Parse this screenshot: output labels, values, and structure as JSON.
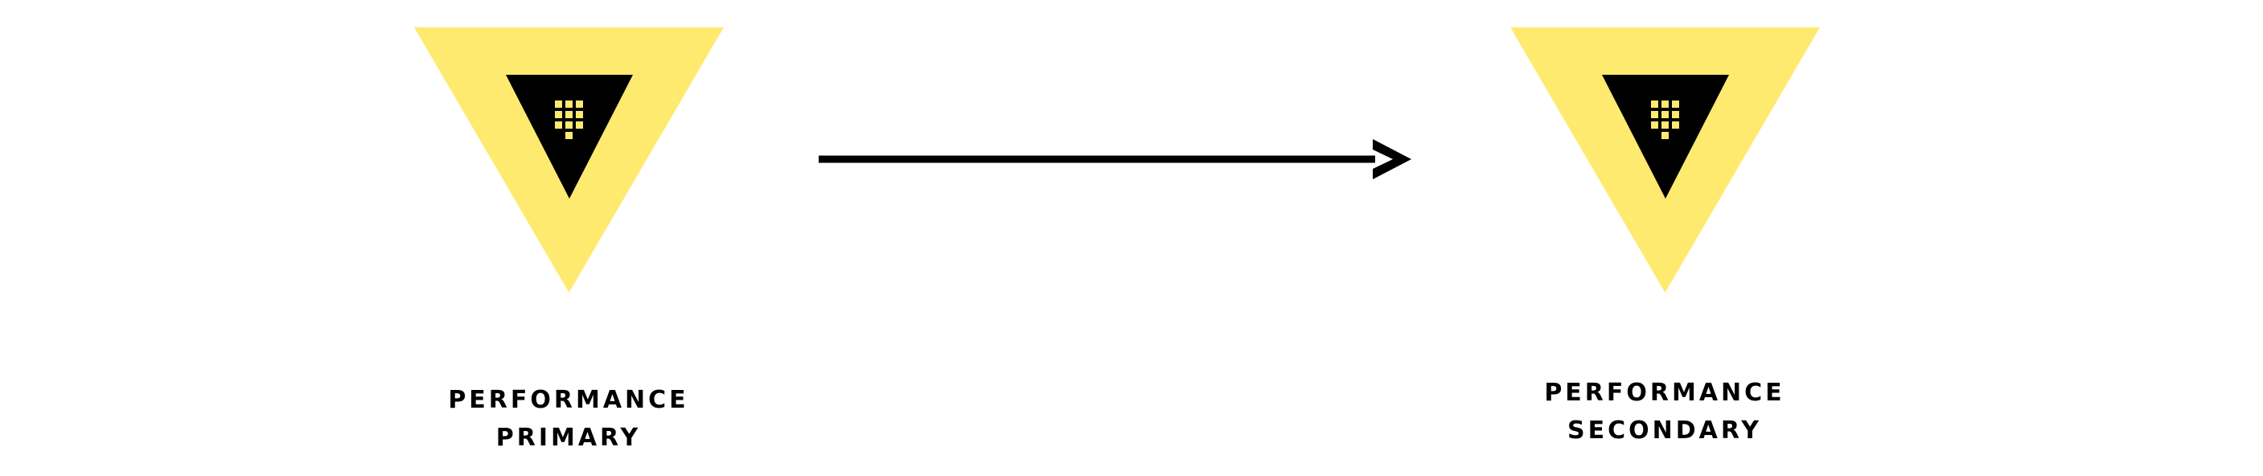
{
  "diagram": {
    "nodes": [
      {
        "id": "primary",
        "label_lines": [
          "PERFORMANCE",
          "PRIMARY"
        ],
        "icon": "vault-logo-icon"
      },
      {
        "id": "secondary",
        "label_lines": [
          "PERFORMANCE",
          "SECONDARY"
        ],
        "icon": "vault-logo-icon"
      }
    ],
    "edges": [
      {
        "from": "primary",
        "to": "secondary",
        "style": "arrow"
      }
    ],
    "colors": {
      "logo_outer": "#FFEA70",
      "logo_inner": "#000000",
      "logo_dots": "#FFEA70",
      "arrow": "#000000",
      "label_text": "#000000"
    }
  }
}
